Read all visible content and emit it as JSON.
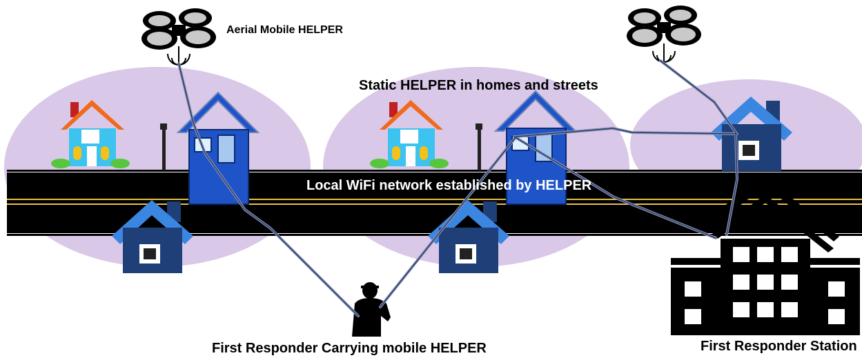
{
  "labels": {
    "aerial_helper": "Aerial Mobile HELPER",
    "static_helper": "Static HELPER in homes and streets",
    "wifi_network": "Local WiFi network established by HELPER",
    "first_responder": "First Responder Carrying mobile HELPER",
    "station": "First Responder Station"
  },
  "colors": {
    "zone_fill": "#d9c8e8",
    "road": "#000000",
    "road_center_line": "#e8c14a",
    "house_blue": "#1f54c8",
    "house_dark_blue": "#1e3f78",
    "roof_light_blue": "#3a86e0",
    "roof_orange": "#f06a1e",
    "house_cyan": "#3cc3f0",
    "link_line": "#8a92b0",
    "bush_green": "#56c63c"
  }
}
